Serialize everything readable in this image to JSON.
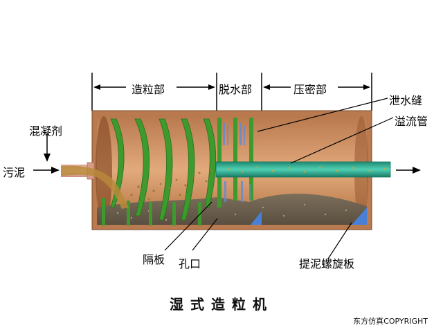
{
  "title": "湿式造粒机",
  "copyright": "东方仿真COPYRIGHT",
  "zones": {
    "granulation": "造粒部",
    "dewatering": "脱水部",
    "compaction": "压密部"
  },
  "labels": {
    "coagulant": "混凝剂",
    "sludge": "污泥",
    "drain_slot": "泄水缝",
    "overflow_pipe": "溢流管",
    "baffle": "隔板",
    "orifice": "孔口",
    "spiral_plate": "提泥螺旋板"
  },
  "colors": {
    "shell": "#c98a5c",
    "shell_dark": "#9c5a33",
    "blade_green": "#3c9b2c",
    "pipe_teal": "#2aa58c",
    "sludge": "#6b6050",
    "water_blue": "#4a7fd6"
  }
}
